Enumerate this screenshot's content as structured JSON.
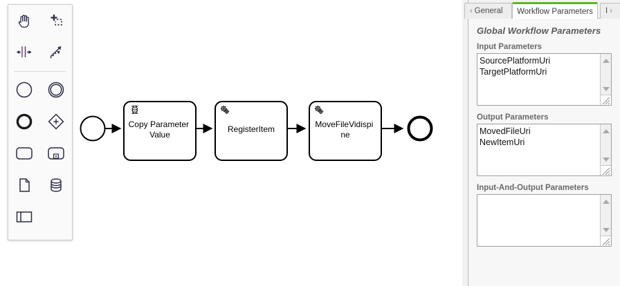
{
  "palette": {
    "tools": [
      {
        "name": "hand-tool",
        "icon": "hand-icon",
        "label": "Activate the hand tool"
      },
      {
        "name": "lasso-tool",
        "icon": "lasso-select-icon",
        "label": "Activate the lasso tool"
      },
      {
        "name": "space-tool",
        "icon": "space-tool-icon",
        "label": "Activate the create/remove space tool"
      },
      {
        "name": "global-connect-tool",
        "icon": "connect-arrow-icon",
        "label": "Activate the global connect tool"
      }
    ],
    "shapes": [
      {
        "name": "create-start-event",
        "icon": "start-event-icon",
        "label": "Create StartEvent"
      },
      {
        "name": "create-intermediate-event",
        "icon": "intermediate-event-icon",
        "label": "Create Intermediate/Boundary Event"
      },
      {
        "name": "create-end-event",
        "icon": "end-event-icon",
        "label": "Create EndEvent"
      },
      {
        "name": "create-gateway",
        "icon": "gateway-icon",
        "label": "Create Gateway"
      },
      {
        "name": "create-task",
        "icon": "task-icon",
        "label": "Create Task"
      },
      {
        "name": "create-subprocess",
        "icon": "subprocess-collapsed-icon",
        "label": "Create collapsed Sub-Process"
      },
      {
        "name": "create-data-object",
        "icon": "data-object-icon",
        "label": "Create DataObjectReference"
      },
      {
        "name": "create-data-store",
        "icon": "data-store-icon",
        "label": "Create DataStoreReference"
      },
      {
        "name": "create-participant",
        "icon": "participant-pool-icon",
        "label": "Create Pool/Participant"
      }
    ]
  },
  "diagram": {
    "start_event": {
      "name": "start-event",
      "label": ""
    },
    "tasks": [
      {
        "name": "task-copy-parameter-value",
        "label": "Copy Parameter Value",
        "lines": [
          "Copy Parameter",
          "Value"
        ],
        "icon": "script-task-icon"
      },
      {
        "name": "task-register-item",
        "label": "RegisterItem",
        "lines": [
          "RegisterItem"
        ],
        "icon": "service-task-icon"
      },
      {
        "name": "task-move-file-vidispine",
        "label": "MoveFileVidispine",
        "lines": [
          "MoveFileVidispi",
          "ne"
        ],
        "icon": "service-task-icon"
      }
    ],
    "end_event": {
      "name": "end-event",
      "label": ""
    }
  },
  "panel": {
    "tabs": [
      {
        "name": "tab-general",
        "label": "General",
        "active": false,
        "chevron": "‹"
      },
      {
        "name": "tab-workflow-parameters",
        "label": "Workflow Parameters",
        "active": true
      },
      {
        "name": "tab-next",
        "label": "I",
        "active": false,
        "chevron": "›"
      }
    ],
    "title": "Global Workflow Parameters",
    "sections": [
      {
        "name": "input-parameters",
        "label": "Input Parameters",
        "items": [
          "SourcePlatformUri",
          "TargetPlatformUri"
        ]
      },
      {
        "name": "output-parameters",
        "label": "Output Parameters",
        "items": [
          "MovedFileUri",
          "NewItemUri"
        ]
      },
      {
        "name": "input-and-output-parameters",
        "label": "Input-And-Output Parameters",
        "items": []
      }
    ]
  },
  "colors": {
    "accent_green": "#5bb527",
    "panel_bg": "#f7f7f7",
    "canvas_bg": "#ffffff",
    "stroke": "#000000"
  }
}
